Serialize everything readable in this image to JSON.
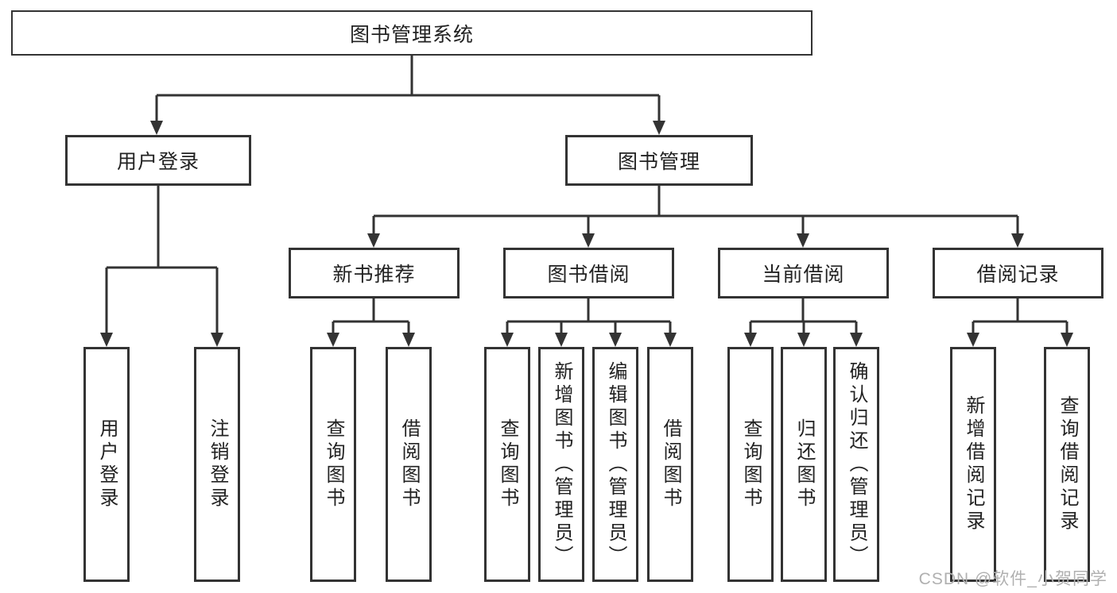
{
  "diagram_title": "图书管理系统",
  "tree": {
    "root": {
      "label": "图书管理系统",
      "children": [
        {
          "label": "用户登录",
          "children": [
            {
              "label": "用户登录"
            },
            {
              "label": "注销登录"
            }
          ]
        },
        {
          "label": "图书管理",
          "children": [
            {
              "label": "新书推荐",
              "children": [
                {
                  "label": "查询图书"
                },
                {
                  "label": "借阅图书"
                }
              ]
            },
            {
              "label": "图书借阅",
              "children": [
                {
                  "label": "查询图书"
                },
                {
                  "label": "新增图书（管理员）"
                },
                {
                  "label": "编辑图书（管理员）"
                },
                {
                  "label": "借阅图书"
                }
              ]
            },
            {
              "label": "当前借阅",
              "children": [
                {
                  "label": "查询图书"
                },
                {
                  "label": "归还图书"
                },
                {
                  "label": "确认归还（管理员）"
                }
              ]
            },
            {
              "label": "借阅记录",
              "children": [
                {
                  "label": "新增借阅记录"
                },
                {
                  "label": "查询借阅记录"
                }
              ]
            }
          ]
        }
      ]
    }
  },
  "watermark": {
    "text": "CSDN @软件_小贺同学"
  },
  "colors": {
    "line": "#333333",
    "box_border": "#333333",
    "text": "#222222",
    "background": "#ffffff",
    "watermark": "#b0b0b0"
  }
}
